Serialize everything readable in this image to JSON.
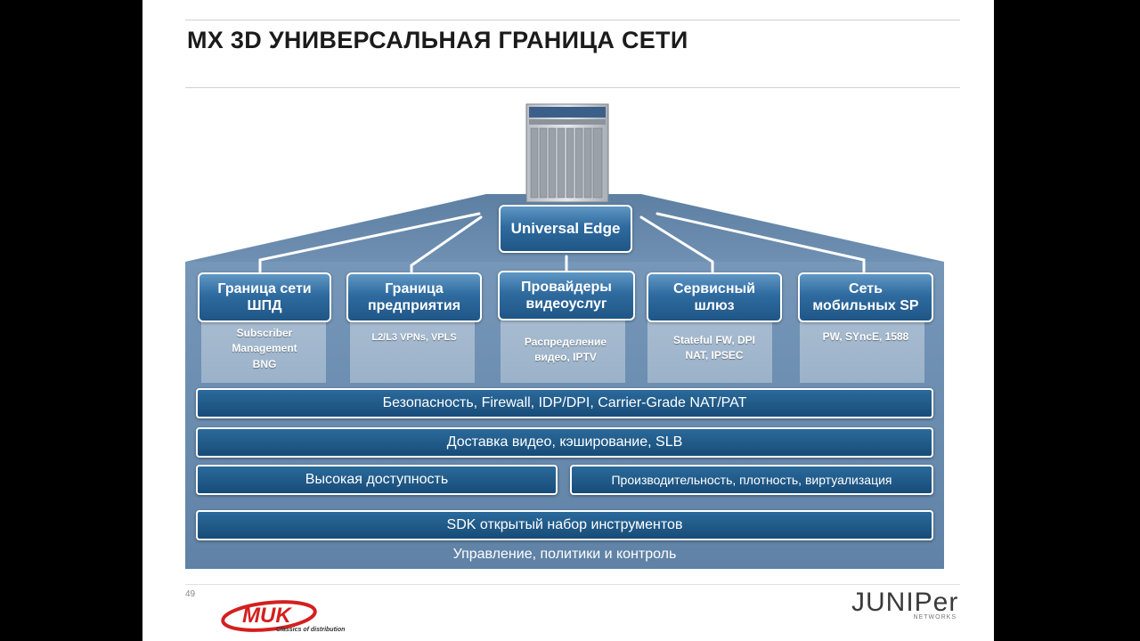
{
  "title": "MX 3D УНИВЕРСАЛЬНАЯ ГРАНИЦА СЕТИ",
  "hub": "Universal Edge",
  "segments": [
    {
      "label1": "Граница сети",
      "label2": "ШПД",
      "details": [
        "Subscriber",
        "Management",
        "BNG"
      ]
    },
    {
      "label1": "Граница",
      "label2": "предприятия",
      "details": [
        "L2/L3 VPNs, VPLS"
      ]
    },
    {
      "label1": "Провайдеры",
      "label2": "видеоуслуг",
      "details": [
        "Распределение",
        "видео, IPTV"
      ]
    },
    {
      "label1": "Сервисный",
      "label2": "шлюз",
      "details": [
        "Stateful FW, DPI",
        "NAT, IPSEC"
      ]
    },
    {
      "label1": "Сеть",
      "label2": "мобильных SP",
      "details": [
        "PW, SYncE, 1588"
      ]
    }
  ],
  "bars": {
    "security": "Безопасность, Firewall, IDP/DPI, Carrier-Grade NAT/PAT",
    "video": "Доставка видео, кэширование, SLB",
    "availability": "Высокая доступность",
    "performance": "Производительность, плотность, виртуализация",
    "sdk": "SDK  открытый набор инструментов"
  },
  "management": "Управление, политики и контроль",
  "page_number": "49",
  "logos": {
    "muk": "MUK",
    "muk_tagline": "Classics of distribution",
    "juniper": "JUNIPer",
    "juniper_sub": "NETWORKS"
  }
}
